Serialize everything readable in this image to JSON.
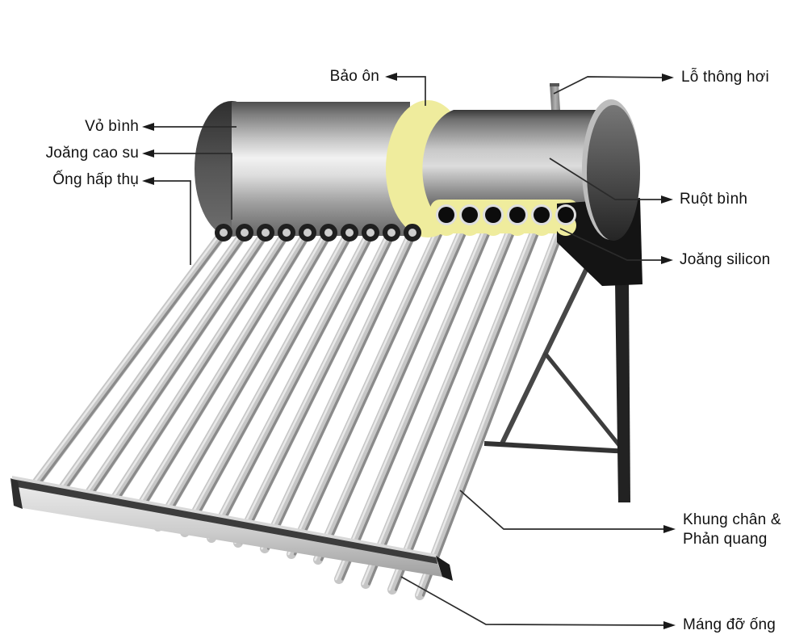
{
  "diagram": {
    "labels": {
      "bao_on": "Bảo ôn",
      "lo_thong_hoi": "Lỗ thông hơi",
      "vo_binh": "Vỏ bình",
      "joang_cao_su": "Joăng cao su",
      "ong_hap_thu": "Ống hấp thụ",
      "ruot_binh": "Ruột bình",
      "joang_silicon": "Joăng silicon",
      "khung_chan_1": "Khung chân &",
      "khung_chan_2": "Phản quang",
      "mang_do_ong": "Máng đỡ ống"
    },
    "counts": {
      "vacuum_tubes": 16,
      "tank_ports": 6,
      "rubber_gaskets": 10
    },
    "colors": {
      "background": "#ffffff",
      "insulation_yellow": "#efec9d",
      "metal_highlight": "#f2f2f2",
      "metal_mid": "#9a9a9a",
      "metal_dark": "#3a3a3a",
      "frame_black": "#1b1b1b",
      "label_text": "#111111"
    }
  }
}
